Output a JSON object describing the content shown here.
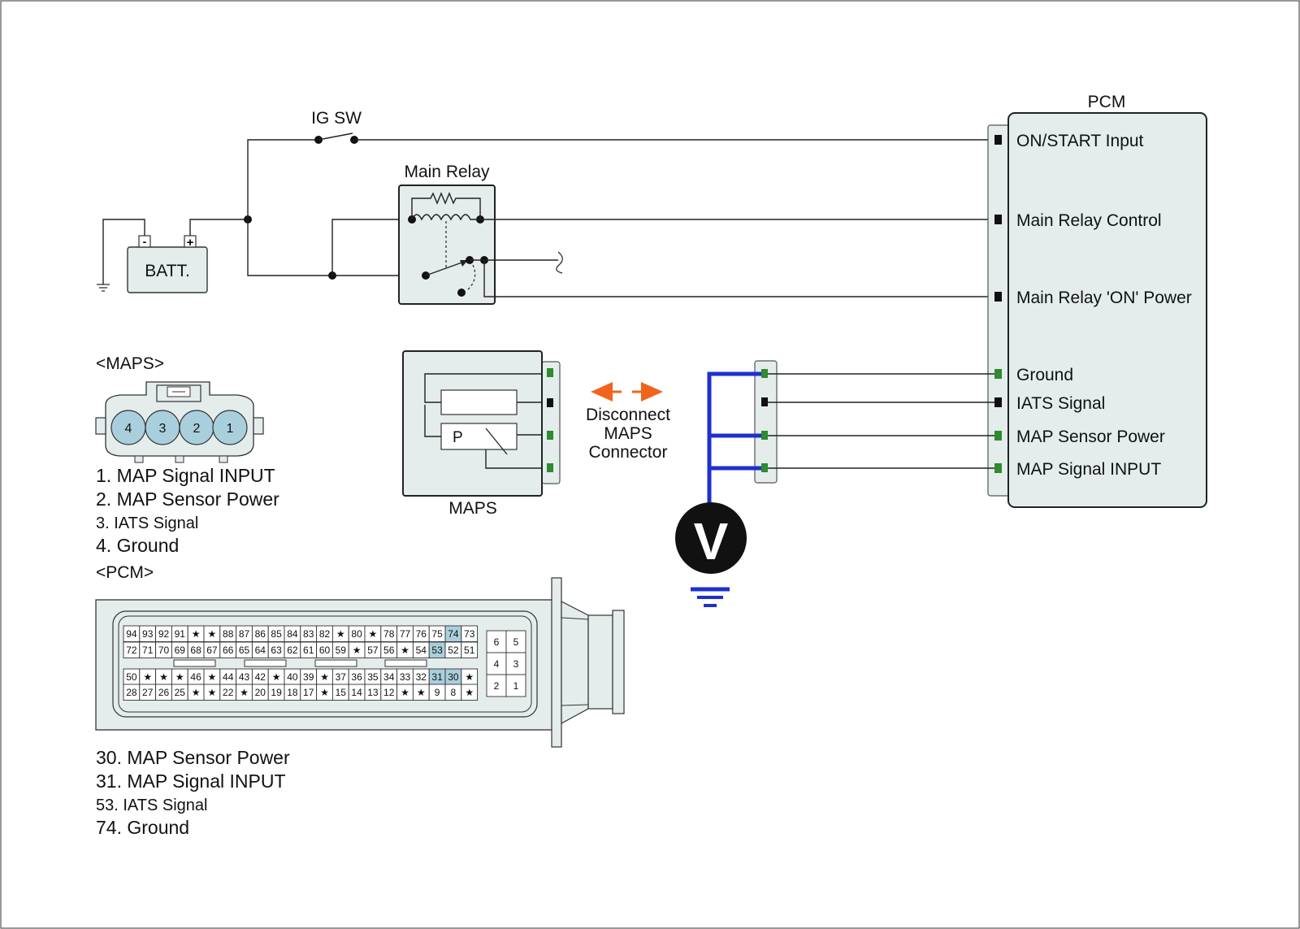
{
  "ig_sw_label": "IG SW",
  "main_relay_label": "Main Relay",
  "batt_label": "BATT.",
  "batt_minus": "-",
  "batt_plus": "+",
  "pcm_title": "PCM",
  "pcm_terminals": [
    {
      "label": "ON/START Input",
      "color": "#111111"
    },
    {
      "label": "Main Relay Control",
      "color": "#111111"
    },
    {
      "label": "Main Relay 'ON' Power",
      "color": "#111111"
    },
    {
      "label": "Ground",
      "color": "#2e8b2e"
    },
    {
      "label": "IATS Signal",
      "color": "#111111"
    },
    {
      "label": "MAP Sensor Power",
      "color": "#2e8b2e"
    },
    {
      "label": "MAP Signal  INPUT",
      "color": "#2e8b2e"
    }
  ],
  "maps_sensor_label": "MAPS",
  "maps_p_label": "P",
  "disconnect_note": [
    "Disconnect",
    "MAPS",
    "Connector"
  ],
  "voltmeter_label": "V",
  "maps_connector": {
    "title": "<MAPS>",
    "pins": [
      "4",
      "3",
      "2",
      "1"
    ],
    "legend": [
      {
        "text": "1. MAP Signal  INPUT",
        "color": "#2e8b2e"
      },
      {
        "text": "2. MAP Sensor Power",
        "color": "#2e8b2e"
      },
      {
        "text": "3. IATS Signal",
        "color": "#111111"
      },
      {
        "text": "4. Ground",
        "color": "#2e8b2e"
      }
    ]
  },
  "pcm_connector": {
    "title": "<PCM>",
    "rows": [
      [
        "94",
        "93",
        "92",
        "91",
        "★",
        "★",
        "88",
        "87",
        "86",
        "85",
        "84",
        "83",
        "82",
        "★",
        "80",
        "★",
        "78",
        "77",
        "76",
        "75",
        "74",
        "73"
      ],
      [
        "72",
        "71",
        "70",
        "69",
        "68",
        "67",
        "66",
        "65",
        "64",
        "63",
        "62",
        "61",
        "60",
        "59",
        "★",
        "57",
        "56",
        "★",
        "54",
        "53",
        "52",
        "51"
      ],
      [
        "50",
        "★",
        "★",
        "★",
        "46",
        "★",
        "44",
        "43",
        "42",
        "★",
        "40",
        "39",
        "★",
        "37",
        "36",
        "35",
        "34",
        "33",
        "32",
        "31",
        "30",
        "★"
      ],
      [
        "28",
        "27",
        "26",
        "25",
        "★",
        "★",
        "22",
        "★",
        "20",
        "19",
        "18",
        "17",
        "★",
        "15",
        "14",
        "13",
        "12",
        "★",
        "★",
        "9",
        "8",
        "★"
      ]
    ],
    "highlighted": [
      "74",
      "53",
      "31",
      "30"
    ],
    "aux_pins": [
      [
        "6",
        "5"
      ],
      [
        "4",
        "3"
      ],
      [
        "2",
        "1"
      ]
    ],
    "legend": [
      {
        "text": "30. MAP Sensor Power",
        "color": "#2e8b2e"
      },
      {
        "text": "31. MAP Signal  INPUT",
        "color": "#2e8b2e"
      },
      {
        "text": "53. IATS Signal",
        "color": "#111111"
      },
      {
        "text": "74. Ground",
        "color": "#2e8b2e"
      }
    ]
  },
  "colors": {
    "green": "#2e8b2e",
    "blue_probe": "#1f2fd0",
    "arrow": "#f0641e",
    "highlight": "#a9cfdc",
    "connector_fill": "#e4ecec"
  }
}
